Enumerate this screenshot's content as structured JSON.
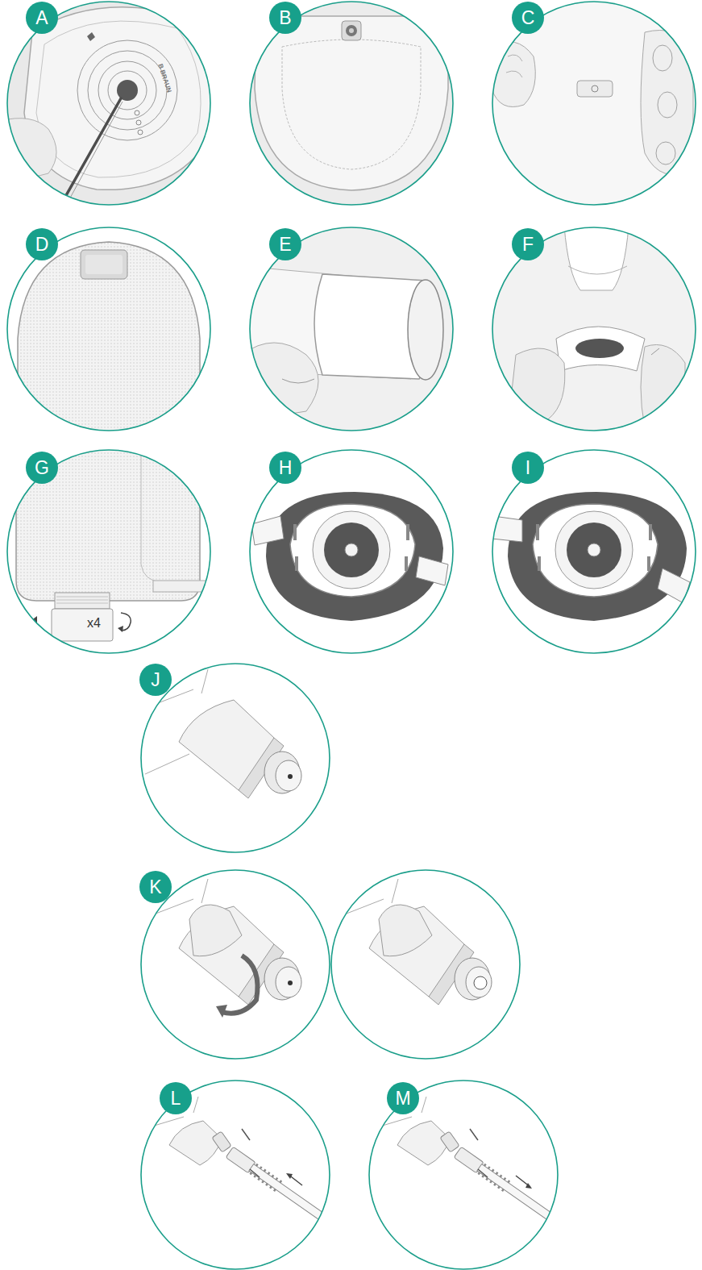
{
  "diagram": {
    "nodes": [
      {
        "text": [
          "A"
        ]
      },
      {
        "text": [
          "B"
        ]
      },
      {
        "text": [
          "C"
        ]
      },
      {
        "text": [
          "D"
        ]
      },
      {
        "text": [
          "E"
        ]
      },
      {
        "text": [
          "F"
        ]
      },
      {
        "text": [
          "G"
        ]
      },
      {
        "text": [
          "H"
        ]
      },
      {
        "text": [
          "I"
        ]
      },
      {
        "text": [
          "J"
        ]
      },
      {
        "text": [
          "K"
        ]
      },
      {
        "text": [
          "L"
        ]
      },
      {
        "text": [
          "M"
        ]
      }
    ],
    "labels": [
      "B BRAUN",
      "x4"
    ]
  }
}
